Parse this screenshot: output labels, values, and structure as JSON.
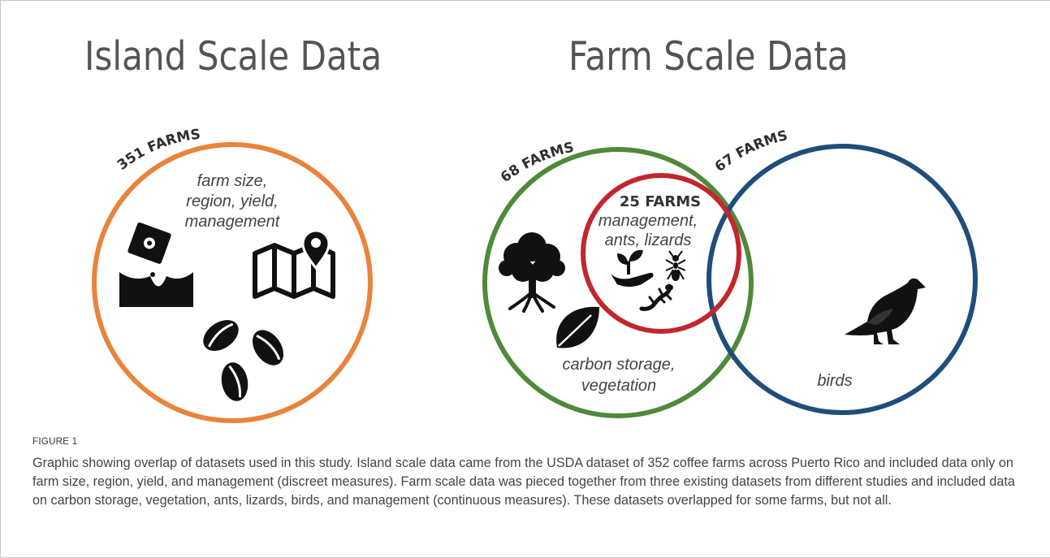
{
  "headings": {
    "island": "Island Scale Data",
    "farm": "Farm Scale Data"
  },
  "island_circle": {
    "count_label": "351 FARMS",
    "variables": [
      "farm size,",
      "region, yield,",
      "management"
    ],
    "color": "#e8843b"
  },
  "farm_circles": {
    "vegetation": {
      "count_label": "68 FARMS",
      "variables": [
        "carbon storage,",
        "vegetation"
      ],
      "color": "#4f8a3a"
    },
    "overlap": {
      "count_label": "25 FARMS",
      "variables": [
        "management,",
        "ants, lizards"
      ],
      "color": "#c1272d"
    },
    "birds": {
      "count_label": "67 FARMS",
      "variables": [
        "birds"
      ],
      "color": "#1f4e7a"
    }
  },
  "icons": [
    "fertilizer-bag-icon",
    "map-pin-icon",
    "coffee-beans-icon",
    "tree-icon",
    "leaf-icon",
    "plant-in-hand-icon",
    "ant-icon",
    "lizard-icon",
    "bird-icon"
  ],
  "caption": {
    "label": "FIGURE 1",
    "text": "Graphic showing overlap of datasets used in this study. Island scale data came from the USDA dataset of 352 coffee farms across Puerto Rico and included data only on farm size, region, yield, and management (discreet measures). Farm scale data was pieced together from three existing datasets from different studies and included data on carbon storage, vegetation, ants, lizards, birds, and management (continuous measures). These datasets overlapped for some farms, but not all."
  }
}
